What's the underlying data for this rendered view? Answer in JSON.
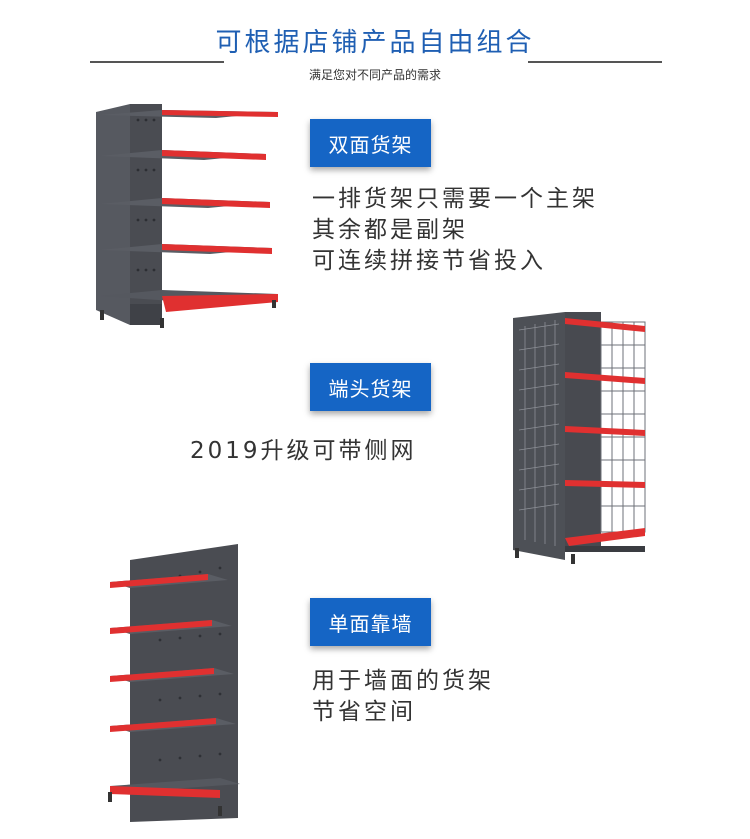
{
  "header": {
    "title": "可根据店铺产品自由组合",
    "subtitle": "满足您对不同产品的需求"
  },
  "sections": [
    {
      "badge": "双面货架",
      "lines": [
        "一排货架只需要一个主架",
        "其余都是副架",
        "可连续拼接节省投入"
      ]
    },
    {
      "badge": "端头货架",
      "lines": [
        "2019升级可带侧网"
      ]
    },
    {
      "badge": "单面靠墙",
      "lines": [
        "用于墙面的货架",
        "节省空间"
      ]
    }
  ],
  "colors": {
    "brand_blue": "#1565c5",
    "title_blue": "#1f5fb3",
    "shelf_gray": "#4a4c52",
    "shelf_red": "#e03030"
  }
}
